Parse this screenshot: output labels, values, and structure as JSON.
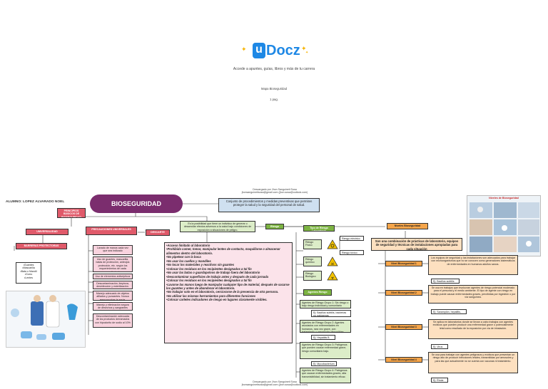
{
  "cover": {
    "logo_u": "u",
    "logo_text": "Docz",
    "tagline": "Accede a apuntes, guías, libros y más de tu carrera",
    "doc_title": "Mapa Bioseguridad",
    "pages": "1 pag."
  },
  "watermark": {
    "top_line1": "Descargado por Jhon Sanguineti Sosa",
    "top_line2": "jhonsanguinetisosa@gmail.com (jhon.sosa@outlook.com)",
    "bottom_line1": "Descargado por Jhon Sanguineti Sosa",
    "bottom_line2": "jhonsanguinetisosa@gmail.com (jhon.sosa@outlook.com)"
  },
  "map": {
    "author": "ALUMNO: LOPEZ ALVARADO NOEL",
    "title": "BIOSEGURIDAD",
    "definition": "Conjunto de procedimientos y medidas preventivas que permiten proteger la salud y la seguridad del personal de salud.",
    "left": {
      "principles_label": "PRINCIPIOS BÁSICOS DE BIOSEGURIDAD",
      "universality": "UNIVERSALIDAD",
      "precautions": "PRECAUCIONES UNIVERSALES",
      "barriers": "BARRERAS PROTECTORAS",
      "barrier_items": [
        "•Guantes",
        "•Mascarilla",
        "•Bata o Mandil",
        "•Gorro",
        "•Lentes"
      ],
      "descarte": "DESCARTE",
      "precaution_items": [
        "Lavado de manos cada vez que sea indicado",
        "Uso de guantes, mascarilla, batas de protección, anteojos protección, etc. según los requerimientos de cada procedimiento.",
        "Uso de elementos antisépticos",
        "Descontaminación, limpieza, desinfección y esterilización.",
        "Manejo adecuado de objetos afilados y punzantes. Nunca reencapuchar la aguja.",
        "Manejo y eliminación segura de desechos y sangrantes",
        "Descontaminación adecuada de los productos derramados con hipoclorito de sodio al 10%"
      ]
    },
    "center": {
      "intro": "Es la posibilidad que tiene un individuo de generar o desarrollar efectos adversos a la salud bajo condiciones de exposición a situaciones de peligro.",
      "riesgo": "Riesgo",
      "rules": [
        "•Acceso limitado al laboratorio",
        "•Prohibido comer, tomar, manipular lentes de contacto, maquillarse o almacenar alimentos dentro del laboratorio.",
        "•No pipetear con la boca",
        "•No usar los cuellos y mandiles",
        "•No tocar los materiales y reactivos sin guantes",
        "•Colocar los residuos en los recipientes designados a tal fin",
        "•No usar las batas o guardapolvos de trabajo fuera del laboratorio",
        "•Descontaminar superficies de trabajo antes y después de cada jornada",
        "•Colocar los residuos en los recipientes designados a tal fin",
        "•Lavarse las manos luego de manipular cualquier tipo de material, después de sacarse los guantes y antes de abandonar el laboratorio.",
        "•No trabajar solo en el laboratorio, cerciorarse de la presencia de otra persona.",
        "•No utilizar las mismas herramientas para diferentes funciones",
        "•Colocar carteles indicadores de riesgo en lugares claramente visibles."
      ]
    },
    "risk_types": {
      "header": "Tipo de Riesgo Laboratorio",
      "items": [
        "Riesgo Físico",
        "Riesgo químico",
        "Riesgo Biológico"
      ],
      "symbols": [
        "Riesgo eléctrico",
        "Riesgo tóxico"
      ],
      "agents_header": "Agentes Riesgo",
      "groups": [
        "Agentes de Riesgo Grupo 1: Sin riesgo o bajo riesgo individual y comunitario",
        "Agentes de Riesgo Grupo 2: Agentes asociados con enfermedades en humanos, rara vez grave, con tratamiento o prevención disponibles",
        "Agentes de Riesgo Grupo 3: Patógenos que pueden causar enfermedad grave; riesgo comunitario bajo.",
        "Agentes de Riesgo Grupo 4: Patógenos que causan enfermedades graves, alta transmisibilidad, sin tratamiento eficaz."
      ],
      "examples": [
        "Ej: Bacillus subtilis, bacterias no patógenas",
        "Ej: Hepatitis B",
        "Ej: Mycobacterium"
      ]
    },
    "right": {
      "header": "Niveles Bioseguridad",
      "intro": "Son una combinación de prácticas de laboratorio, equipos de seguridad y técnicas de instalaciones apropiadas para cada situación",
      "photo_title": "Niveles de Bioseguridad",
      "levels": [
        {
          "label": "Nivel Bioseguridad 1",
          "text": "Los equipos de seguridad y las instalaciones son adecuados para trabajar con microorganismos que no se conocen como generadores sistemáticos de enfermedades en humanos adultos sanos.",
          "example": "Ej: Bacillus subtilis"
        },
        {
          "label": "Nivel Bioseguridad 2",
          "text": "Se usa en trabajos que involucran agentes de riesgo potencial moderado para el personal y el medio ambiente. El tipo de agente con riesgo en trabajo puede causar enfermedades graves, percibidas por ingestión o por vía sanguínea.",
          "example": "Ej: Sarampión, hepatitis, VIH"
        },
        {
          "label": "Nivel Bioseguridad 3",
          "text": "Se aplica en laboratorios donde se llevan a cabo trabajos con agentes exóticos que pueden producir una enfermedad grave o potencialmente letal como resultado de la exposición por vía de inhalación.",
          "example": "Ej: Virus"
        },
        {
          "label": "Nivel Bioseguridad 4",
          "text": "Se usa para trabajar con agentes peligrosos y exóticos que presentan un riesgo alto de producir infecciones letales, transmitidas por aerosoles y para las que actualmente no se cuenta con vacunas ni tratamiento.",
          "example": "Ej: Ébola"
        }
      ]
    }
  },
  "colors": {
    "brand_blue": "#1e88e5",
    "title_purple": "#7b2d6e",
    "accent_red": "#e05a6a",
    "accent_green": "#7cb342",
    "accent_orange": "#f5a54a"
  }
}
